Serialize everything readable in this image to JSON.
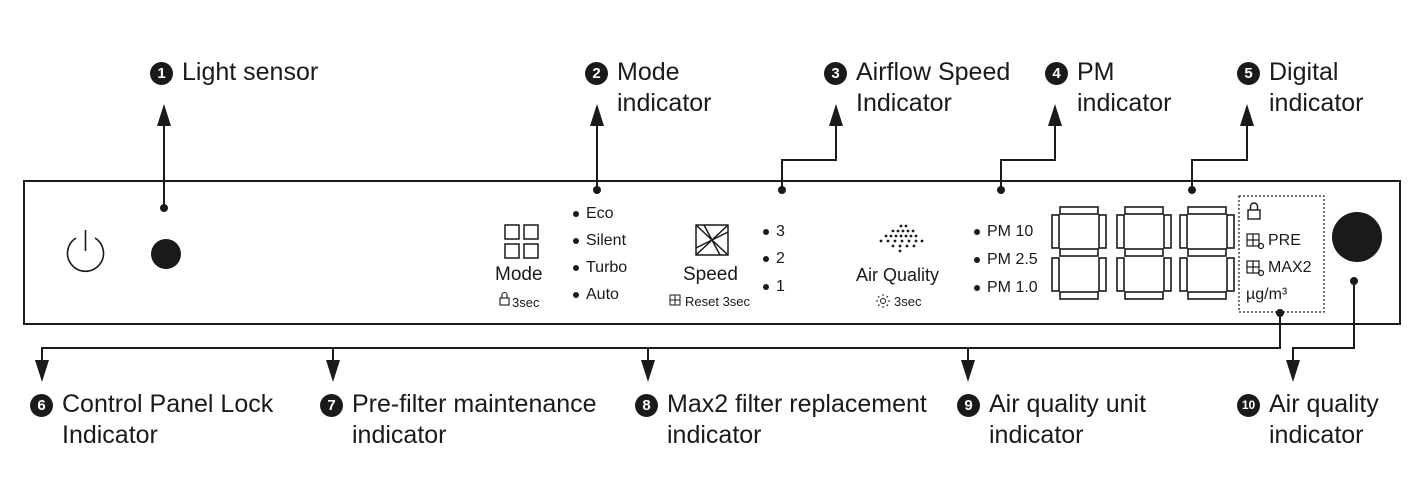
{
  "callouts": [
    {
      "num": "1",
      "lines": [
        "Light sensor"
      ]
    },
    {
      "num": "2",
      "lines": [
        "Mode",
        "indicator"
      ]
    },
    {
      "num": "3",
      "lines": [
        "Airflow Speed",
        "Indicator"
      ]
    },
    {
      "num": "4",
      "lines": [
        "PM",
        "indicator"
      ]
    },
    {
      "num": "5",
      "lines": [
        "Digital",
        "indicator"
      ]
    },
    {
      "num": "6",
      "lines": [
        "Control Panel Lock",
        "Indicator"
      ]
    },
    {
      "num": "7",
      "lines": [
        "Pre-filter maintenance",
        "indicator"
      ]
    },
    {
      "num": "8",
      "lines": [
        "Max2 filter replacement",
        "indicator"
      ]
    },
    {
      "num": "9",
      "lines": [
        "Air quality unit",
        "indicator"
      ]
    },
    {
      "num": "10",
      "lines": [
        "Air quality",
        "indicator"
      ]
    }
  ],
  "panel": {
    "mode": {
      "label": "Mode",
      "sub": "3sec",
      "options": [
        "Eco",
        "Silent",
        "Turbo",
        "Auto"
      ]
    },
    "speed": {
      "label": "Speed",
      "sub": "Reset 3sec",
      "options": [
        "3",
        "2",
        "1"
      ]
    },
    "air_quality": {
      "label": "Air Quality",
      "sub": "3sec"
    },
    "pm": {
      "options": [
        "PM 10",
        "PM 2.5",
        "PM 1.0"
      ]
    },
    "status": {
      "pre": "PRE",
      "max2": "MAX2",
      "unit": "µg/m³"
    }
  },
  "icons": [
    "power-icon",
    "light-sensor-icon",
    "mode-grid-icon",
    "lock-icon",
    "fan-icon",
    "filter-icon",
    "air-quality-dots-icon",
    "sun-icon",
    "seven-segment-display",
    "air-quality-light-icon"
  ]
}
